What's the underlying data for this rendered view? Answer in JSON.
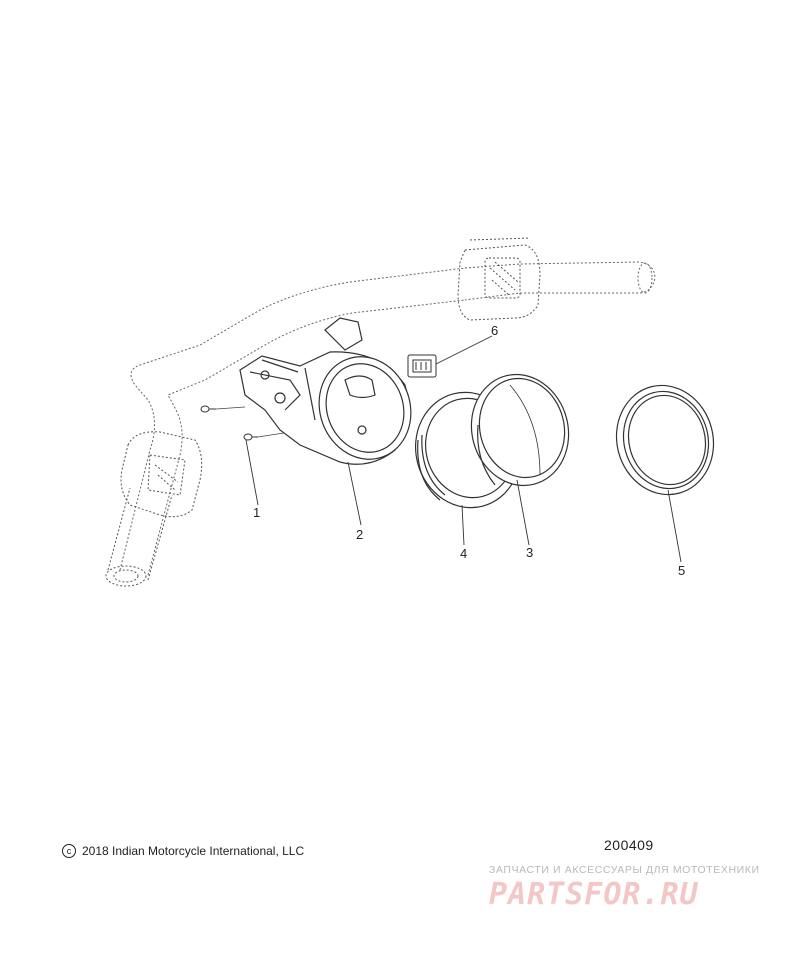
{
  "callouts": [
    {
      "id": "1",
      "label": "1"
    },
    {
      "id": "2",
      "label": "2"
    },
    {
      "id": "3",
      "label": "3"
    },
    {
      "id": "4",
      "label": "4"
    },
    {
      "id": "5",
      "label": "5"
    },
    {
      "id": "6",
      "label": "6"
    }
  ],
  "footer": {
    "copyright_symbol": "c",
    "copyright_text": "2018 Indian Motorcycle International, LLC",
    "drawing_number": "200409"
  },
  "watermark": {
    "tagline": "ЗАПЧАСТИ И АКСЕССУАРЫ ДЛЯ МОТОТЕХНИКИ",
    "logo": "PARTSFOR.RU"
  },
  "colors": {
    "line": "#333333",
    "dotted": "#666666",
    "watermark_logo": "#f4c7c7",
    "watermark_text": "#b9b9b9"
  }
}
